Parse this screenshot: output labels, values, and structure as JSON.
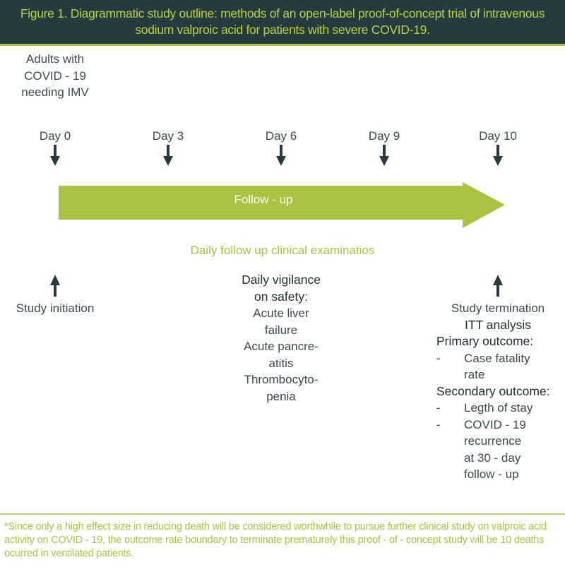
{
  "title": "Figure 1. Diagrammatic study outline: methods of an open-label proof-of-concept trial of intravenous sodium valproic acid for patients with severe COVID-19.",
  "population": [
    "Adults with",
    "COVID - 19",
    "needing IMV"
  ],
  "days": [
    "Day 0",
    "Day 3",
    "Day 6",
    "Day 9",
    "Day 10"
  ],
  "arrow_label": "Follow - up",
  "daily_exams": "Daily follow up clinical examinatios",
  "study_initiation": "Study initiation",
  "safety": {
    "heading": [
      "Daily vigilance",
      "on safety:"
    ],
    "items": [
      "Acute liver",
      "failure",
      "Acute pancre-",
      "atitis",
      "Thrombocyto-",
      "penia"
    ]
  },
  "termination": {
    "label": "Study termination",
    "itt": "ITT analysis",
    "primary_heading": "Primary outcome:",
    "primary_items": [
      [
        "Case fatality",
        "rate"
      ]
    ],
    "secondary_heading": "Secondary outcome:",
    "secondary_items": [
      [
        "Legth of stay"
      ],
      [
        "COVID - 19",
        "recurrence",
        "at 30 - day",
        "follow - up"
      ]
    ],
    "bullet": "-"
  },
  "footnote": "*Since only a high effect size in reducing death will be considered worthwhile to pursue further clinical study on valproic acid activity on COVID - 19, the outcome rate boundary to terminate prematurely this proof - of - concept study will be 10 deaths ocurred in ventilated patients.",
  "colors": {
    "header_bg": "#263b40",
    "accent_green": "#a9c23f",
    "arrow_dark": "#263b40"
  }
}
